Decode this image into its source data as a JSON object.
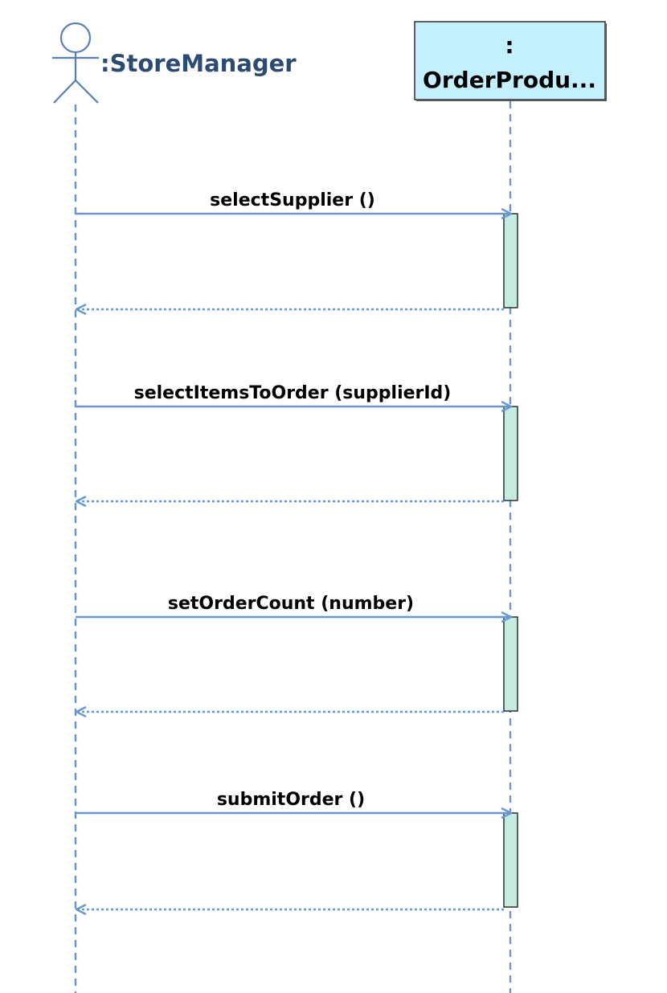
{
  "actor": {
    "label": ":StoreManager"
  },
  "object": {
    "label_line1": ":",
    "label_line2": "OrderProdu..."
  },
  "messages": [
    {
      "label": "selectSupplier ()"
    },
    {
      "label": "selectItemsToOrder (supplierId)"
    },
    {
      "label": "setOrderCount (number)"
    },
    {
      "label": "submitOrder ()"
    }
  ],
  "colors": {
    "lifeline": "#6a96ce",
    "actor_stroke": "#5a7fb5",
    "actor_label": "#2d4a72",
    "object_fill": "#c4efff",
    "activation_fill": "#c6ebe0",
    "text": "#000000"
  }
}
